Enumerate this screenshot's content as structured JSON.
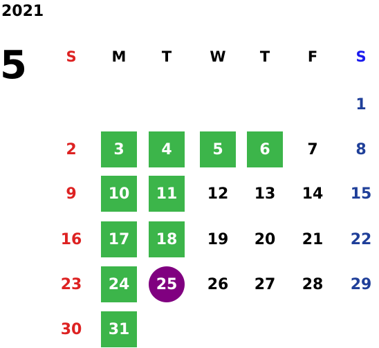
{
  "calendar": {
    "year": "2021",
    "month": "5",
    "weekdays": [
      "S",
      "M",
      "T",
      "W",
      "T",
      "F",
      "S"
    ],
    "colors": {
      "sunday": "#dd2222",
      "saturday": "#1f3f99",
      "weekday": "#000000",
      "saturday_header": "#1a1aee",
      "highlight_green": "#3cb54a",
      "highlight_purple": "#800080"
    },
    "days": [
      {
        "day": "1",
        "week": 0,
        "weekday": 6,
        "style": "plain"
      },
      {
        "day": "2",
        "week": 1,
        "weekday": 0,
        "style": "plain"
      },
      {
        "day": "3",
        "week": 1,
        "weekday": 1,
        "style": "green"
      },
      {
        "day": "4",
        "week": 1,
        "weekday": 2,
        "style": "green"
      },
      {
        "day": "5",
        "week": 1,
        "weekday": 3,
        "style": "green"
      },
      {
        "day": "6",
        "week": 1,
        "weekday": 4,
        "style": "green"
      },
      {
        "day": "7",
        "week": 1,
        "weekday": 5,
        "style": "plain"
      },
      {
        "day": "8",
        "week": 1,
        "weekday": 6,
        "style": "plain"
      },
      {
        "day": "9",
        "week": 2,
        "weekday": 0,
        "style": "plain"
      },
      {
        "day": "10",
        "week": 2,
        "weekday": 1,
        "style": "green"
      },
      {
        "day": "11",
        "week": 2,
        "weekday": 2,
        "style": "green"
      },
      {
        "day": "12",
        "week": 2,
        "weekday": 3,
        "style": "plain"
      },
      {
        "day": "13",
        "week": 2,
        "weekday": 4,
        "style": "plain"
      },
      {
        "day": "14",
        "week": 2,
        "weekday": 5,
        "style": "plain"
      },
      {
        "day": "15",
        "week": 2,
        "weekday": 6,
        "style": "plain"
      },
      {
        "day": "16",
        "week": 3,
        "weekday": 0,
        "style": "plain"
      },
      {
        "day": "17",
        "week": 3,
        "weekday": 1,
        "style": "green"
      },
      {
        "day": "18",
        "week": 3,
        "weekday": 2,
        "style": "green"
      },
      {
        "day": "19",
        "week": 3,
        "weekday": 3,
        "style": "plain"
      },
      {
        "day": "20",
        "week": 3,
        "weekday": 4,
        "style": "plain"
      },
      {
        "day": "21",
        "week": 3,
        "weekday": 5,
        "style": "plain"
      },
      {
        "day": "22",
        "week": 3,
        "weekday": 6,
        "style": "plain"
      },
      {
        "day": "23",
        "week": 4,
        "weekday": 0,
        "style": "plain"
      },
      {
        "day": "24",
        "week": 4,
        "weekday": 1,
        "style": "green"
      },
      {
        "day": "25",
        "week": 4,
        "weekday": 2,
        "style": "circle"
      },
      {
        "day": "26",
        "week": 4,
        "weekday": 3,
        "style": "plain"
      },
      {
        "day": "27",
        "week": 4,
        "weekday": 4,
        "style": "plain"
      },
      {
        "day": "28",
        "week": 4,
        "weekday": 5,
        "style": "plain"
      },
      {
        "day": "29",
        "week": 4,
        "weekday": 6,
        "style": "plain"
      },
      {
        "day": "30",
        "week": 5,
        "weekday": 0,
        "style": "plain"
      },
      {
        "day": "31",
        "week": 5,
        "weekday": 1,
        "style": "green"
      }
    ]
  }
}
